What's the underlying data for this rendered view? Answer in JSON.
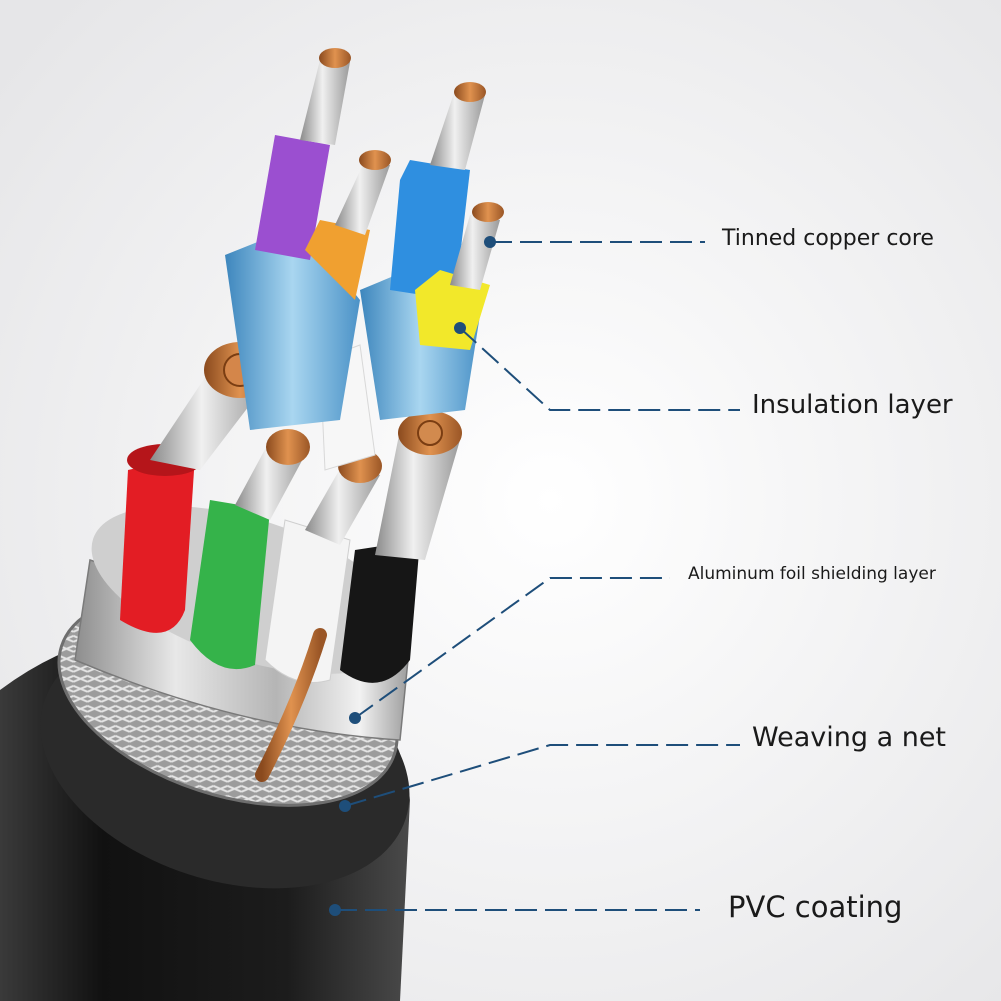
{
  "labels": {
    "tinned_copper_core": "Tinned copper core",
    "insulation_layer": "Insulation layer",
    "aluminum_foil": "Aluminum foil shielding layer",
    "weaving_net": "Weaving a net",
    "pvc_coating": "PVC coating"
  },
  "colors": {
    "leader_line": "#1e4e7a",
    "jacket": "#1c1c1c",
    "purple": "#9b4fd0",
    "orange": "#f0a030",
    "blue": "#2f8fe0",
    "yellow": "#f2e82a",
    "red": "#e31d24",
    "green": "#35b34a",
    "white": "#f4f4f4",
    "black": "#161616",
    "copper": "#c8783c",
    "foil_blue": "#6fb4de"
  }
}
